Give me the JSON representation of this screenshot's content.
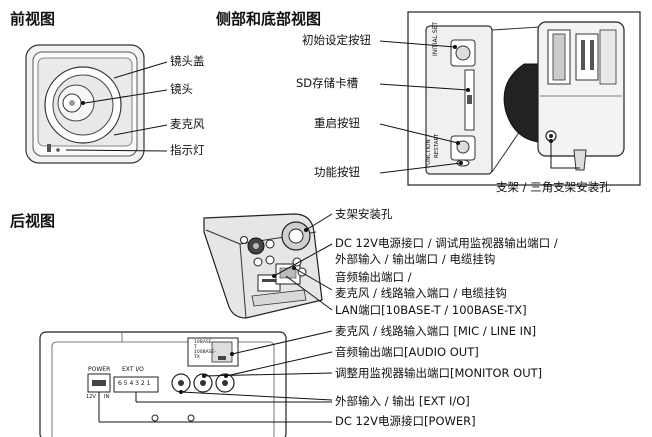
{
  "headings": {
    "front": "前视图",
    "side": "侧部和底部视图",
    "rear": "后视图"
  },
  "front_labels": {
    "lens_cover": "镜头盖",
    "lens": "镜头",
    "microphone": "麦克风",
    "indicator": "指示灯"
  },
  "side_labels": {
    "initial_set": "初始设定按钮",
    "sd_slot": "SD存储卡槽",
    "restart": "重启按钮",
    "function": "功能按钮",
    "stand_hole": "支架 / 三角支架安装孔"
  },
  "side_device_text": {
    "initial_set": "INITIAL SET",
    "function": "FUNCTION",
    "restart": "RESTART"
  },
  "rear_labels": {
    "bracket_hole": "支架安装孔",
    "dc_line1": "DC 12V电源接口 / 调试用监视器输出端口 /",
    "dc_line2": "外部输入 / 输出端口 / 电缆挂钩",
    "audio_line1": "音频输出端口 /",
    "audio_line2": "麦克风 / 线路输入端口 / 电缆挂钩",
    "lan": "LAN端口[10BASE-T / 100BASE-TX]",
    "mic_line_in": "麦克风 / 线路输入端口 [MIC / LINE IN]",
    "audio_out": "音频输出端口[AUDIO OUT]",
    "monitor_out": "调整用监视器输出端口[MONITOR OUT]",
    "ext_io": "外部输入 / 输出 [EXT I/O]",
    "power": "DC 12V电源接口[POWER]"
  },
  "panel_text": {
    "power": "POWER",
    "ext_io": "EXT I/O",
    "polarity": "12V",
    "in": "IN",
    "pins": "6 5 4 3 2 1",
    "lan_label": "10BASE-T 100BASE-TX"
  }
}
